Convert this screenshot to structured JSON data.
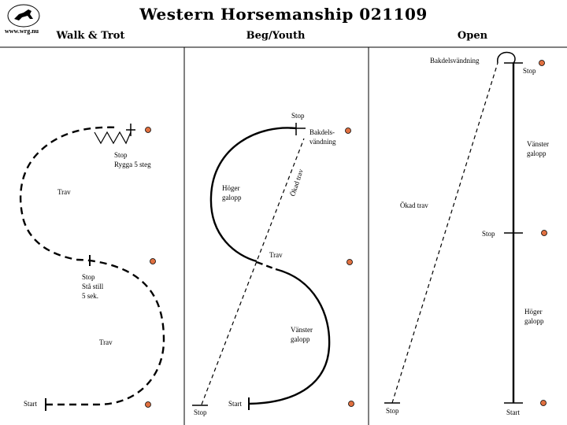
{
  "header": {
    "title": "Western Horsemanship 021109",
    "logo_text": "www.wrg.nu"
  },
  "columns": [
    {
      "heading": "Walk & Trot"
    },
    {
      "heading": "Beg/Youth"
    },
    {
      "heading": "Open"
    }
  ],
  "walk_trot": {
    "stop1": "Stop",
    "stop1_note": "Rygga 5 steg",
    "trav1": "Trav",
    "stop2": "Stop",
    "stop2_note1": "Stå still",
    "stop2_note2": "5 sek.",
    "trav2": "Trav",
    "start": "Start"
  },
  "beg_youth": {
    "stop_top": "Stop",
    "bakdels1": "Bakdels-",
    "bakdels2": "vändning",
    "hoger1": "Höger",
    "hoger2": "galopp",
    "okad": "Ökad trav",
    "trav": "Trav",
    "vanster1": "Vänster",
    "vanster2": "galopp",
    "start": "Start",
    "stop_bottom": "Stop"
  },
  "open": {
    "bakdels": "Bakdelsvändning",
    "stop_top": "Stop",
    "vanster1": "Vänster",
    "vanster2": "galopp",
    "okad": "Ökad trav",
    "stop_mid": "Stop",
    "hoger1": "Höger",
    "hoger2": "galopp",
    "stop_bottom": "Stop",
    "start": "Start"
  },
  "colors": {
    "marker": "#e07040",
    "line": "#000000"
  }
}
